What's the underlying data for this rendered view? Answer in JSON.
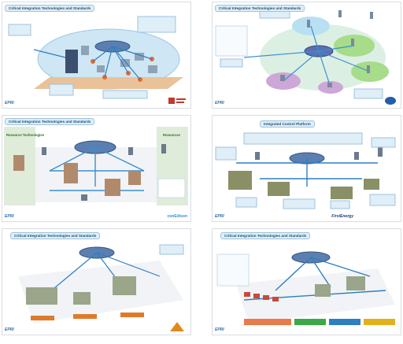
{
  "posters": [
    {
      "title": "Critical Integration Technologies and Standards",
      "footer": "EPRI",
      "logo": "",
      "side_labels": [],
      "accent": "#2e7fc0",
      "logo_color": "#c0392b"
    },
    {
      "title": "Critical Integration Technologies and Standards",
      "footer": "EPRI",
      "logo": "",
      "side_labels": [],
      "accent": "#3a8fd0",
      "logo_color": "#1f5fa8"
    },
    {
      "title": "Critical Integration Technologies and Standards",
      "footer": "EPRI",
      "logo": "conEdison",
      "side_labels": [
        "Resource Technologies",
        "Resources"
      ],
      "accent": "#2e7fc0",
      "logo_color": "#2f8fd6"
    },
    {
      "title": "Integrated Control Platform",
      "footer": "EPRI",
      "logo": "FirstEnergy",
      "side_labels": [],
      "accent": "#2e7fc0",
      "logo_color": "#1b3f6e"
    },
    {
      "title": "Critical Integration Technologies and Standards",
      "footer": "EPRI",
      "logo": "",
      "side_labels": [],
      "accent": "#2e7fc0",
      "logo_color": "#e08a1e"
    },
    {
      "title": "Critical Integration Technologies and Standards",
      "footer": "EPRI",
      "logo": "",
      "side_labels": [],
      "accent": "#2e7fc0",
      "logo_color": "#1f5fa8"
    }
  ]
}
